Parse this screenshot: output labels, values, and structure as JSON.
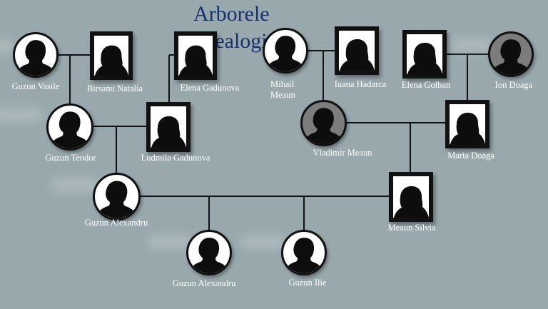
{
  "title": {
    "line1": "Arborele",
    "line2": "genealogic"
  },
  "people": {
    "guzun_vasile": "Guzun Vasile",
    "birsanu_natalia": "Birsanu Natalia",
    "elena_gadunova": "Elena Gadunova",
    "mihail_meaun": "Mihail Meaun",
    "iuana_hadarca": "Iuana Hadarca",
    "elena_golban": "Elena Golban",
    "ion_doaga": "Ion Doaga",
    "guzun_teodor": "Guzun Teodor",
    "ludmila_gadunova": "Ludmila Gadunova",
    "vladimir_meaun": "Vladimir Meaun",
    "maria_doaga": "Maria Doaga",
    "guzun_alexandru_parent": "Guzun Alexandru",
    "meaun_silvia": "Meaun Silvia",
    "guzun_alexandru_child": "Guzun Alexandru",
    "guzun_ilie": "Guzun Ilie"
  },
  "colors": {
    "background": "#98a8ad",
    "title": "#16326f",
    "frame": "#111111",
    "label": "#ffffff",
    "grey_node": "#7c7c7c"
  },
  "icons": {
    "male": "male-silhouette-icon",
    "female": "female-silhouette-icon"
  }
}
